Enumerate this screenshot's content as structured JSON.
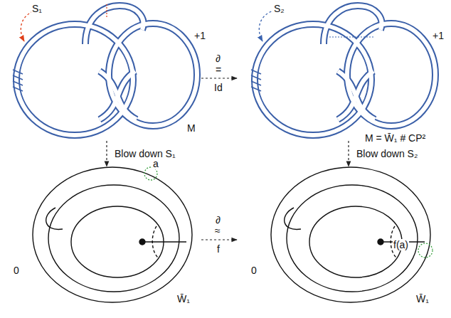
{
  "diagram": {
    "labels": [
      "S₁",
      "+1",
      "∂",
      "=",
      "Id",
      "M",
      "S₂",
      "+1",
      "M = W̄₁ # CP²",
      "Blow down S₁",
      "Blow down S₂",
      "a",
      "∂",
      "≈",
      "f",
      "f(a)",
      "0",
      "W̄₁",
      "0",
      "W̄₁"
    ]
  }
}
